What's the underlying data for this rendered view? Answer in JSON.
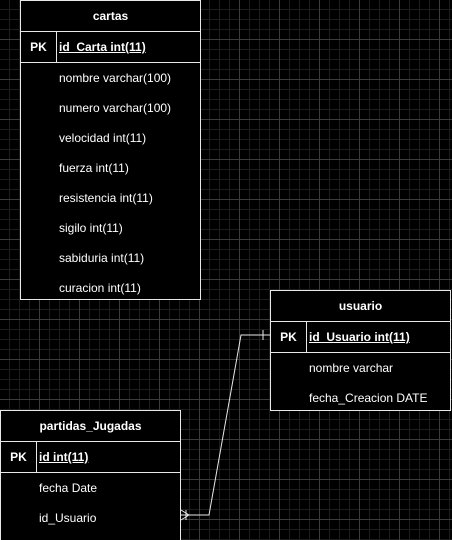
{
  "entities": {
    "cartas": {
      "title": "cartas",
      "pk_label": "PK",
      "pk_field": "id_Carta int(11)",
      "fields": [
        "nombre varchar(100)",
        "numero varchar(100)",
        "velocidad int(11)",
        "fuerza int(11)",
        "resistencia int(11)",
        "sigilo int(11)",
        "sabiduria int(11)",
        "curacion int(11)"
      ]
    },
    "usuario": {
      "title": "usuario",
      "pk_label": "PK",
      "pk_field": "id_Usuario int(11)",
      "fields": [
        "nombre varchar",
        "fecha_Creacion DATE"
      ]
    },
    "partidas_jugadas": {
      "title": "partidas_Jugadas",
      "pk_label": "PK",
      "pk_field": "id int(11)",
      "fields": [
        "fecha Date",
        "id_Usuario"
      ]
    }
  },
  "relationships": [
    {
      "from": "usuario.id_Usuario",
      "to": "partidas_Jugadas.id_Usuario",
      "from_end": "one",
      "to_end": "many"
    }
  ],
  "colors": {
    "background": "#000000",
    "grid": "#3c3c3c",
    "stroke": "#e8e8e8",
    "text": "#ffffff"
  }
}
